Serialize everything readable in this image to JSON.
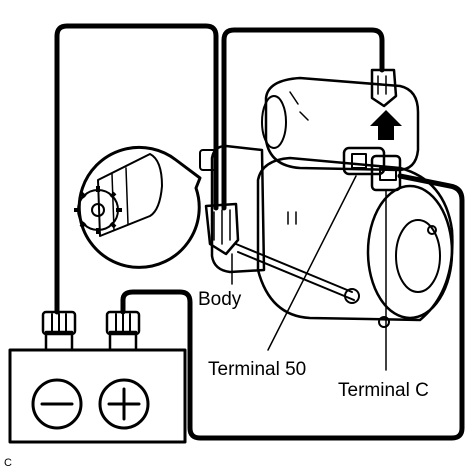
{
  "labels": {
    "body": "Body",
    "terminal_50": "Terminal 50",
    "terminal_c": "Terminal C",
    "figure_code": "C"
  },
  "colors": {
    "ink": "#000000",
    "background": "#ffffff"
  }
}
